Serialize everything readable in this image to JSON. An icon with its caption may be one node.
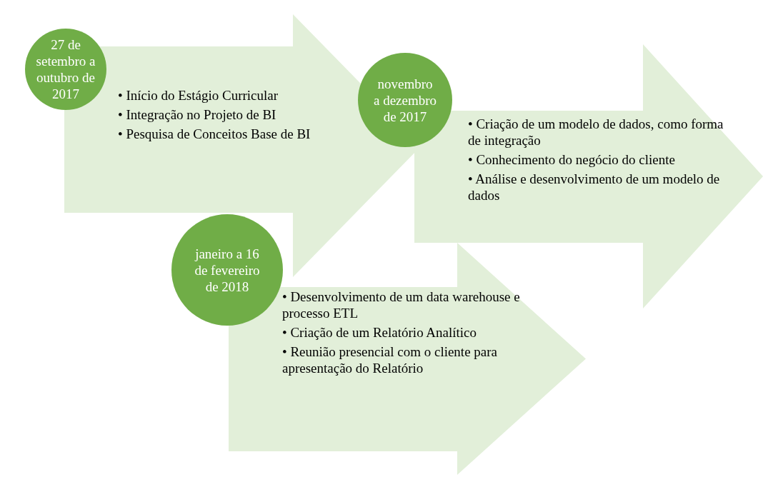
{
  "diagram": {
    "nodes": [
      {
        "text": [
          "27 de setembro a outubro de 2017"
        ]
      },
      {
        "text": [
          "• Início do Estágio Curricular",
          "• Integração no Projeto de BI",
          "• Pesquisa de Conceitos Base de BI"
        ]
      },
      {
        "text": [
          "novembro a dezembro de 2017"
        ]
      },
      {
        "text": [
          "• Criação de um modelo de dados, como forma de integração",
          "• Conhecimento do negócio do cliente",
          "• Análise e desenvolvimento de um modelo de dados"
        ]
      },
      {
        "text": [
          "janeiro a 16 de fevereiro de 2018"
        ]
      },
      {
        "text": [
          "• Desenvolvimento de um data warehouse e processo ETL",
          "• Criação de um Relatório Analítico",
          "• Reunião presencial com o cliente para apresentação do Relatório"
        ]
      }
    ]
  }
}
